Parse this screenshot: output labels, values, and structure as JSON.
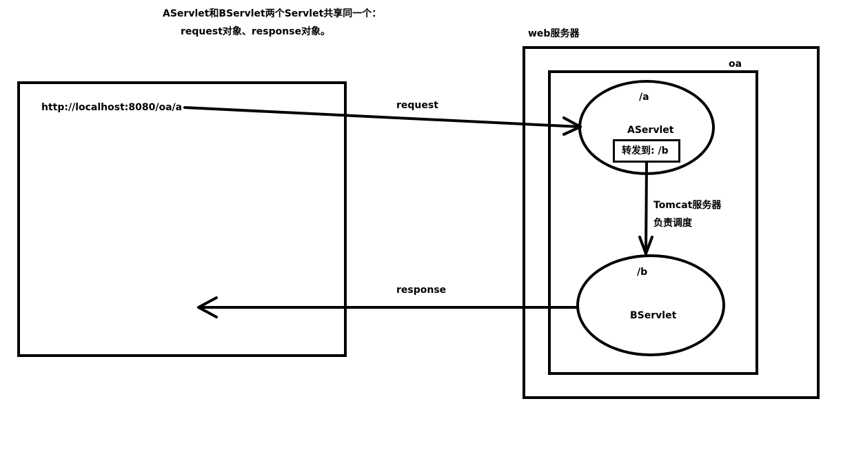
{
  "note": {
    "line1": "AServlet和BServlet两个Servlet共享同一个：",
    "line2": "request对象、response对象。"
  },
  "browser": {
    "url": "http://localhost:8080/oa/a"
  },
  "server": {
    "label": "web服务器",
    "app": {
      "label": "oa",
      "a_servlet": {
        "path": "/a",
        "name": "AServlet",
        "forward": "转发到: /b"
      },
      "b_servlet": {
        "path": "/b",
        "name": "BServlet"
      },
      "dispatch_line1": "Tomcat服务器",
      "dispatch_line2": "负责调度"
    }
  },
  "arrows": {
    "request": "request",
    "response": "response"
  }
}
